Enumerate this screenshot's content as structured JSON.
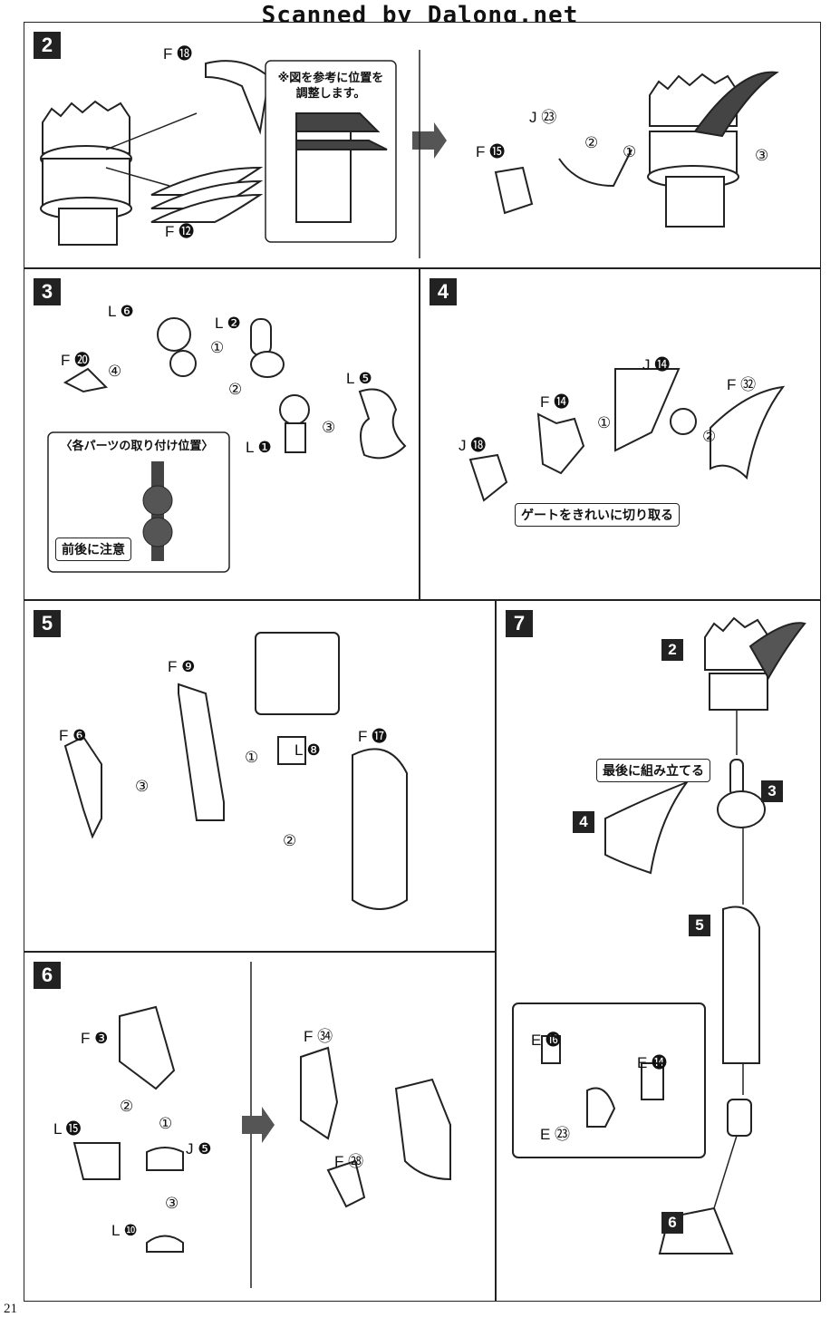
{
  "header": {
    "scan_credit": "Scanned by Dalong.net"
  },
  "page_number": "21",
  "steps": {
    "s2": {
      "num": "2",
      "note": "※図を参考に位置を調整します。",
      "labels": [
        "F⓲",
        "F⓬",
        "J㉓",
        "F⓯"
      ],
      "steps": [
        "2",
        "1",
        "3"
      ]
    },
    "s3": {
      "num": "3",
      "labels": [
        "L❻",
        "L❷",
        "F⓴",
        "L❺",
        "L❶"
      ],
      "callout_title": "〈各パーツの取り付け位置〉",
      "callout_tag": "前後に注意"
    },
    "s4": {
      "num": "4",
      "labels": [
        "J⓮",
        "F㉜",
        "F⓮",
        "J⓲"
      ],
      "tag": "ゲートをきれいに切り取る"
    },
    "s5": {
      "num": "5",
      "labels": [
        "F❾",
        "F❻",
        "L❽",
        "F⓱"
      ]
    },
    "s6": {
      "num": "6",
      "labels": [
        "F❸",
        "L⓯",
        "J❺",
        "L❿",
        "F㉞",
        "F㉘"
      ]
    },
    "s7": {
      "num": "7",
      "tag": "最後に組み立てる",
      "refs": [
        "2",
        "3",
        "4",
        "5",
        "6"
      ],
      "labels": [
        "E⓰",
        "E⓮",
        "E㉓"
      ]
    }
  }
}
